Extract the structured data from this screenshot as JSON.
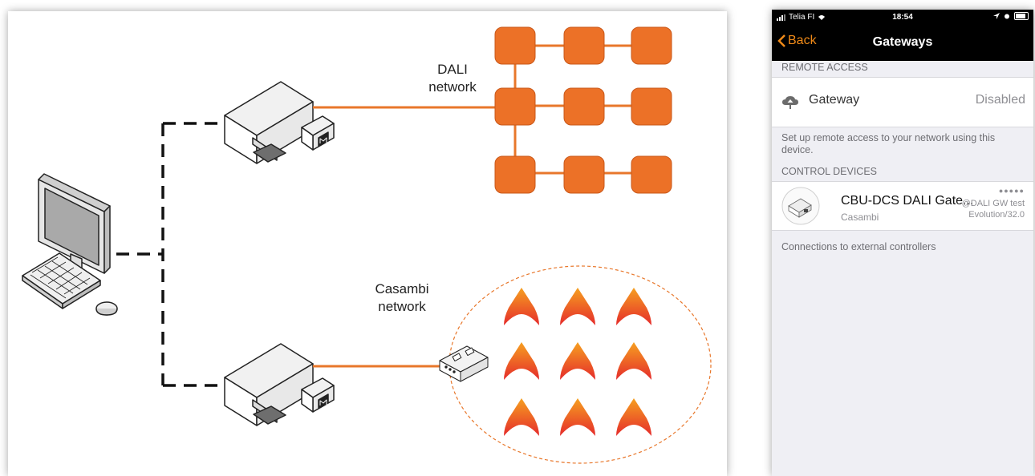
{
  "diagram": {
    "dali_label": [
      "DALI",
      "network"
    ],
    "casambi_label": [
      "Casambi",
      "network"
    ],
    "colors": {
      "dali_node": "#ec7127",
      "wire": "#e8772b",
      "ellipse": "#e8772b",
      "dashed": "#111111"
    }
  },
  "phone": {
    "status": {
      "carrier": "Telia FI",
      "time": "18:54"
    },
    "nav": {
      "back_label": "Back",
      "title": "Gateways"
    },
    "remote_access": {
      "header": "REMOTE ACCESS",
      "gateway_label": "Gateway",
      "gateway_value": "Disabled",
      "footer": "Set up remote access to your network using this device."
    },
    "control_devices": {
      "header": "CONTROL DEVICES",
      "device": {
        "name": "CBU-DCS DALI Gate...",
        "vendor": "Casambi",
        "signal_dots": "●●●●●",
        "sub_line1": "@DALI GW test",
        "sub_line2": "Evolution/32.0"
      },
      "footer": "Connections to external controllers"
    },
    "colors": {
      "accent": "#f08a18",
      "background": "#efeff4",
      "bar": "#000000"
    }
  }
}
